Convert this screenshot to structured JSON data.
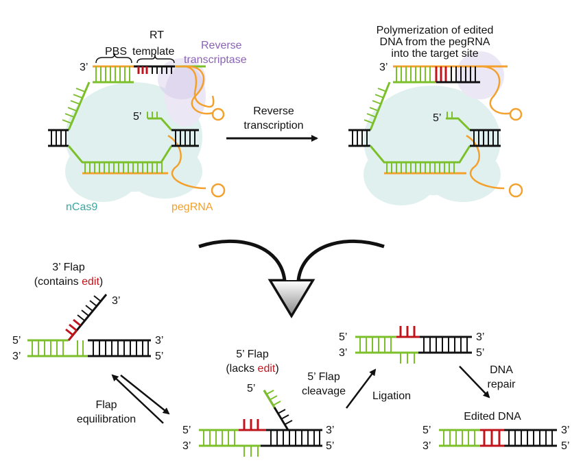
{
  "colors": {
    "dna_green": "#7bbf2a",
    "dna_black": "#111111",
    "edit_red": "#c0141c",
    "pegrna_orange": "#f3a02d",
    "cas9_teal": "#3aa6a0",
    "rt_purple": "#8a63b5",
    "arrow_grey": "#777777"
  },
  "top_left": {
    "pbs": "PBS",
    "rt": "RT",
    "template": "template",
    "reverse": "Reverse",
    "transcriptase": "transcriptase",
    "end_3": "3’",
    "end_5": "5’",
    "ncas9": "nCas9",
    "pegrna": "pegRNA"
  },
  "middle_arrow": {
    "line1": "Reverse",
    "line2": "transcription"
  },
  "top_right": {
    "line1": "Polymerization of edited",
    "line2": "DNA from the pegRNA",
    "line3": "into the target site",
    "end_3": "3’",
    "end_5": "5’"
  },
  "flap3": {
    "title1": "3’ Flap",
    "title2_pre": "(contains ",
    "title2_edit": "edit",
    "title2_post": ")",
    "end_3_flap": "3’",
    "left_top": "5’",
    "left_bottom": "3’",
    "right_top": "3’",
    "right_bottom": "5’"
  },
  "equilibration": {
    "line1": "Flap",
    "line2": "equilibration"
  },
  "flap5": {
    "title1": "5’ Flap",
    "title2_pre": "(lacks ",
    "title2_edit": "edit",
    "title2_post": ")",
    "end_5_flap": "5’",
    "left_top": "5’",
    "left_bottom": "3’",
    "right_top": "3’",
    "right_bottom": "5’"
  },
  "cleavage": {
    "line1": "5’ Flap",
    "line2": "cleavage"
  },
  "ligation": {
    "label": "Ligation",
    "left_top": "5’",
    "left_bottom": "3’",
    "right_top": "3’",
    "right_bottom": "5’"
  },
  "repair": {
    "line1": "DNA",
    "line2": "repair"
  },
  "edited": {
    "title": "Edited DNA",
    "left_top": "5’",
    "left_bottom": "3’",
    "right_top": "3’",
    "right_bottom": "5’"
  }
}
